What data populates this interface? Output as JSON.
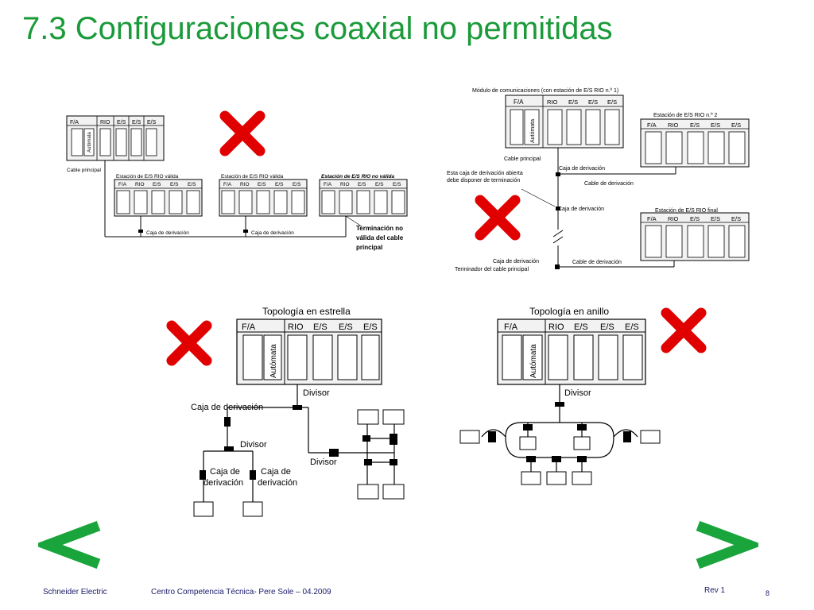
{
  "slide": {
    "title": "7.3 Configuraciones coaxial no permitidas"
  },
  "colors": {
    "title": "#1b9a3a",
    "x_mark": "#e00000",
    "nav_arrow": "#1aa53c"
  },
  "diagram1": {
    "plc_labels": [
      "F/A",
      "RIO",
      "E/S",
      "E/S",
      "E/S"
    ],
    "plc_inner": "Autómata",
    "main_cable": "Cable principal",
    "station_valid_1": "Estación de E/S RIO válida",
    "station_valid_2": "Estación de E/S RIO válida",
    "station_invalid": "Estación de E/S RIO no válida",
    "station_labels": [
      "F/A",
      "RIO",
      "E/S",
      "E/S",
      "E/S"
    ],
    "tap_1": "Caja de derivación",
    "tap_2": "Caja de derivación",
    "note_line1": "Terminación no",
    "note_line2": "válida del cable",
    "note_line3": "principal"
  },
  "diagram2": {
    "module_title": "Módulo de comunicaciones (con estación de E/S RIO n.º 1)",
    "plc_labels": [
      "F/A",
      "RIO",
      "E/S",
      "E/S"
    ],
    "plc_inner": "Autómata",
    "station2_title": "Estación de E/S RIO n.º 2",
    "station_final_title": "Estación de E/S RIO final",
    "station_labels": [
      "F/A",
      "RIO",
      "E/S",
      "E/S",
      "E/S"
    ],
    "main_cable": "Cable principal",
    "tap_top": "Caja de derivación",
    "open_tap_line1": "Esta caja de derivación abierta",
    "open_tap_line2": "debe disponer de terminación",
    "drop_cable_1": "Cable de derivación",
    "tap_mid": "Caja de derivación",
    "tap_bottom": "Caja de derivación",
    "drop_cable_2": "Cable de derivación",
    "terminator": "Terminador del cable principal"
  },
  "diagram3": {
    "title": "Topología en estrella",
    "plc_labels": [
      "F/A",
      "RIO",
      "E/S",
      "E/S",
      "E/S"
    ],
    "plc_inner": "Autómata",
    "splitter_top": "Divisor",
    "tap_top": "Caja de derivación",
    "splitter_mid": "Divisor",
    "tap_left_line1": "Caja de",
    "tap_left_line2": "derivación",
    "tap_right_line1": "Caja de",
    "tap_right_line2": "derivación",
    "splitter_right": "Divisor"
  },
  "diagram4": {
    "title": "Topología en anillo",
    "plc_labels": [
      "F/A",
      "RIO",
      "E/S",
      "E/S",
      "E/S"
    ],
    "plc_inner": "Autómata",
    "splitter": "Divisor"
  },
  "nav": {
    "prev": "<",
    "next": ">"
  },
  "footer": {
    "company": "Schneider Electric",
    "center": "Centro Competencia Técnica- Pere Sole – 04.2009",
    "revision": "Rev 1",
    "page": "8"
  }
}
